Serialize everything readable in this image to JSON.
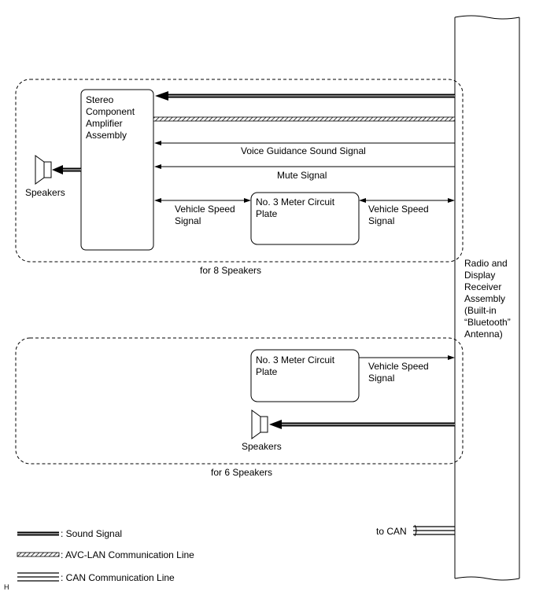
{
  "radio": {
    "label": "Radio and\nDisplay\nReceiver\nAssembly\n(Built-in\n“Bluetooth”\nAntenna)"
  },
  "section8": {
    "caption": "for 8 Speakers",
    "amplifier": "Stereo\nComponent\nAmplifier\nAssembly",
    "speakers": "Speakers",
    "voice_guidance": "Voice Guidance Sound Signal",
    "mute": "Mute Signal",
    "vehicle_speed_left": "Vehicle Speed\nSignal",
    "vehicle_speed_right": "Vehicle Speed\nSignal",
    "meter_plate": "No. 3 Meter Circuit\nPlate"
  },
  "section6": {
    "caption": "for 6 Speakers",
    "meter_plate": "No. 3 Meter Circuit\nPlate",
    "vehicle_speed": "Vehicle Speed\nSignal",
    "speakers": "Speakers"
  },
  "can": {
    "label": "to CAN"
  },
  "legend": {
    "sound": ": Sound Signal",
    "avc": ": AVC-LAN Communication Line",
    "can": ": CAN Communication Line"
  },
  "corner": {
    "label": "H"
  }
}
